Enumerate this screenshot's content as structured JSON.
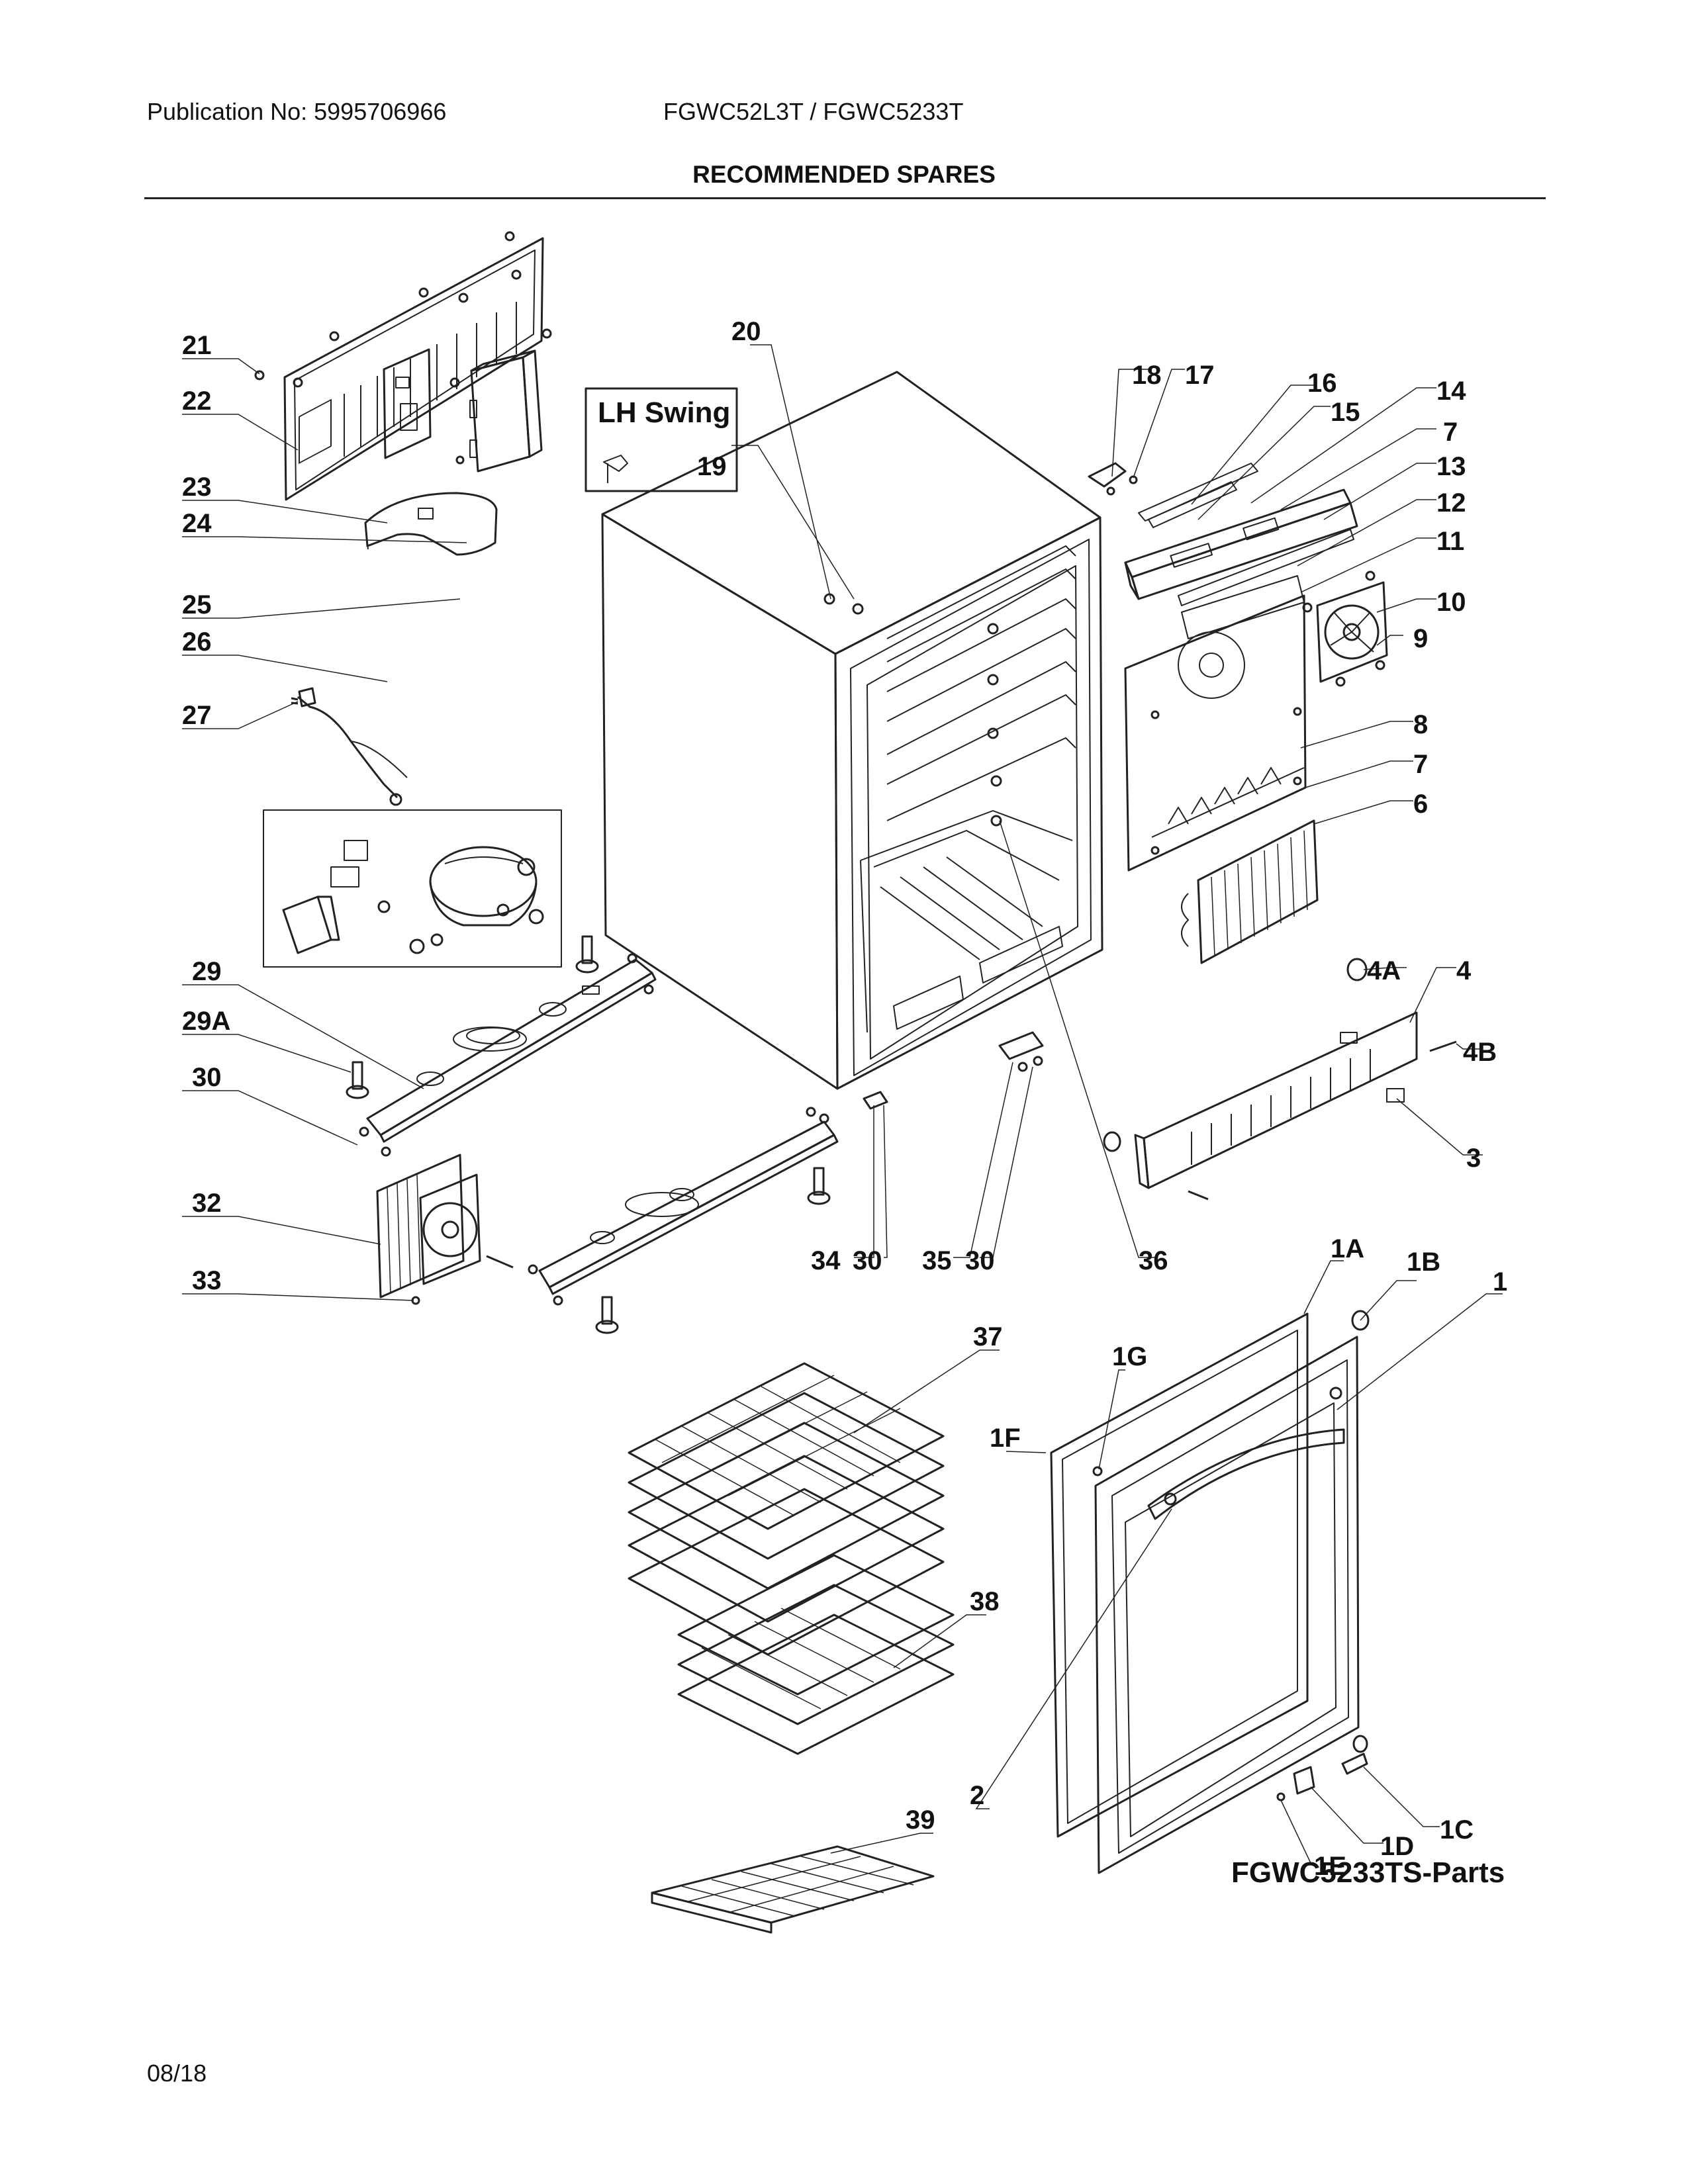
{
  "header": {
    "publication": "Publication No: 5995706966",
    "models": "FGWC52L3T / FGWC5233T"
  },
  "title": "RECOMMENDED SPARES",
  "inset": {
    "title": "LH Swing",
    "part": "19"
  },
  "labels": {
    "p21": "21",
    "p22": "22",
    "p23": "23",
    "p24": "24",
    "p25": "25",
    "p26": "26",
    "p27": "27",
    "p29": "29",
    "p29A": "29A",
    "p30a": "30",
    "p32": "32",
    "p33": "33",
    "p20": "20",
    "p18": "18",
    "p17": "17",
    "p16": "16",
    "p15": "15",
    "p14": "14",
    "p7a": "7",
    "p13": "13",
    "p12": "12",
    "p11": "11",
    "p10": "10",
    "p9": "9",
    "p8": "8",
    "p7b": "7",
    "p6": "6",
    "p4A": "4A",
    "p4": "4",
    "p4B": "4B",
    "p3": "3",
    "p34": "34",
    "p30b": "30",
    "p35": "35",
    "p30c": "30",
    "p36": "36",
    "p1A": "1A",
    "p1B": "1B",
    "p1": "1",
    "p1G": "1G",
    "p1F": "1F",
    "p37": "37",
    "p38": "38",
    "p2": "2",
    "p39": "39",
    "p1C": "1C",
    "p1D": "1D",
    "p1E": "1E"
  },
  "caption": "FGWC5233TS-Parts",
  "footer": "08/18"
}
